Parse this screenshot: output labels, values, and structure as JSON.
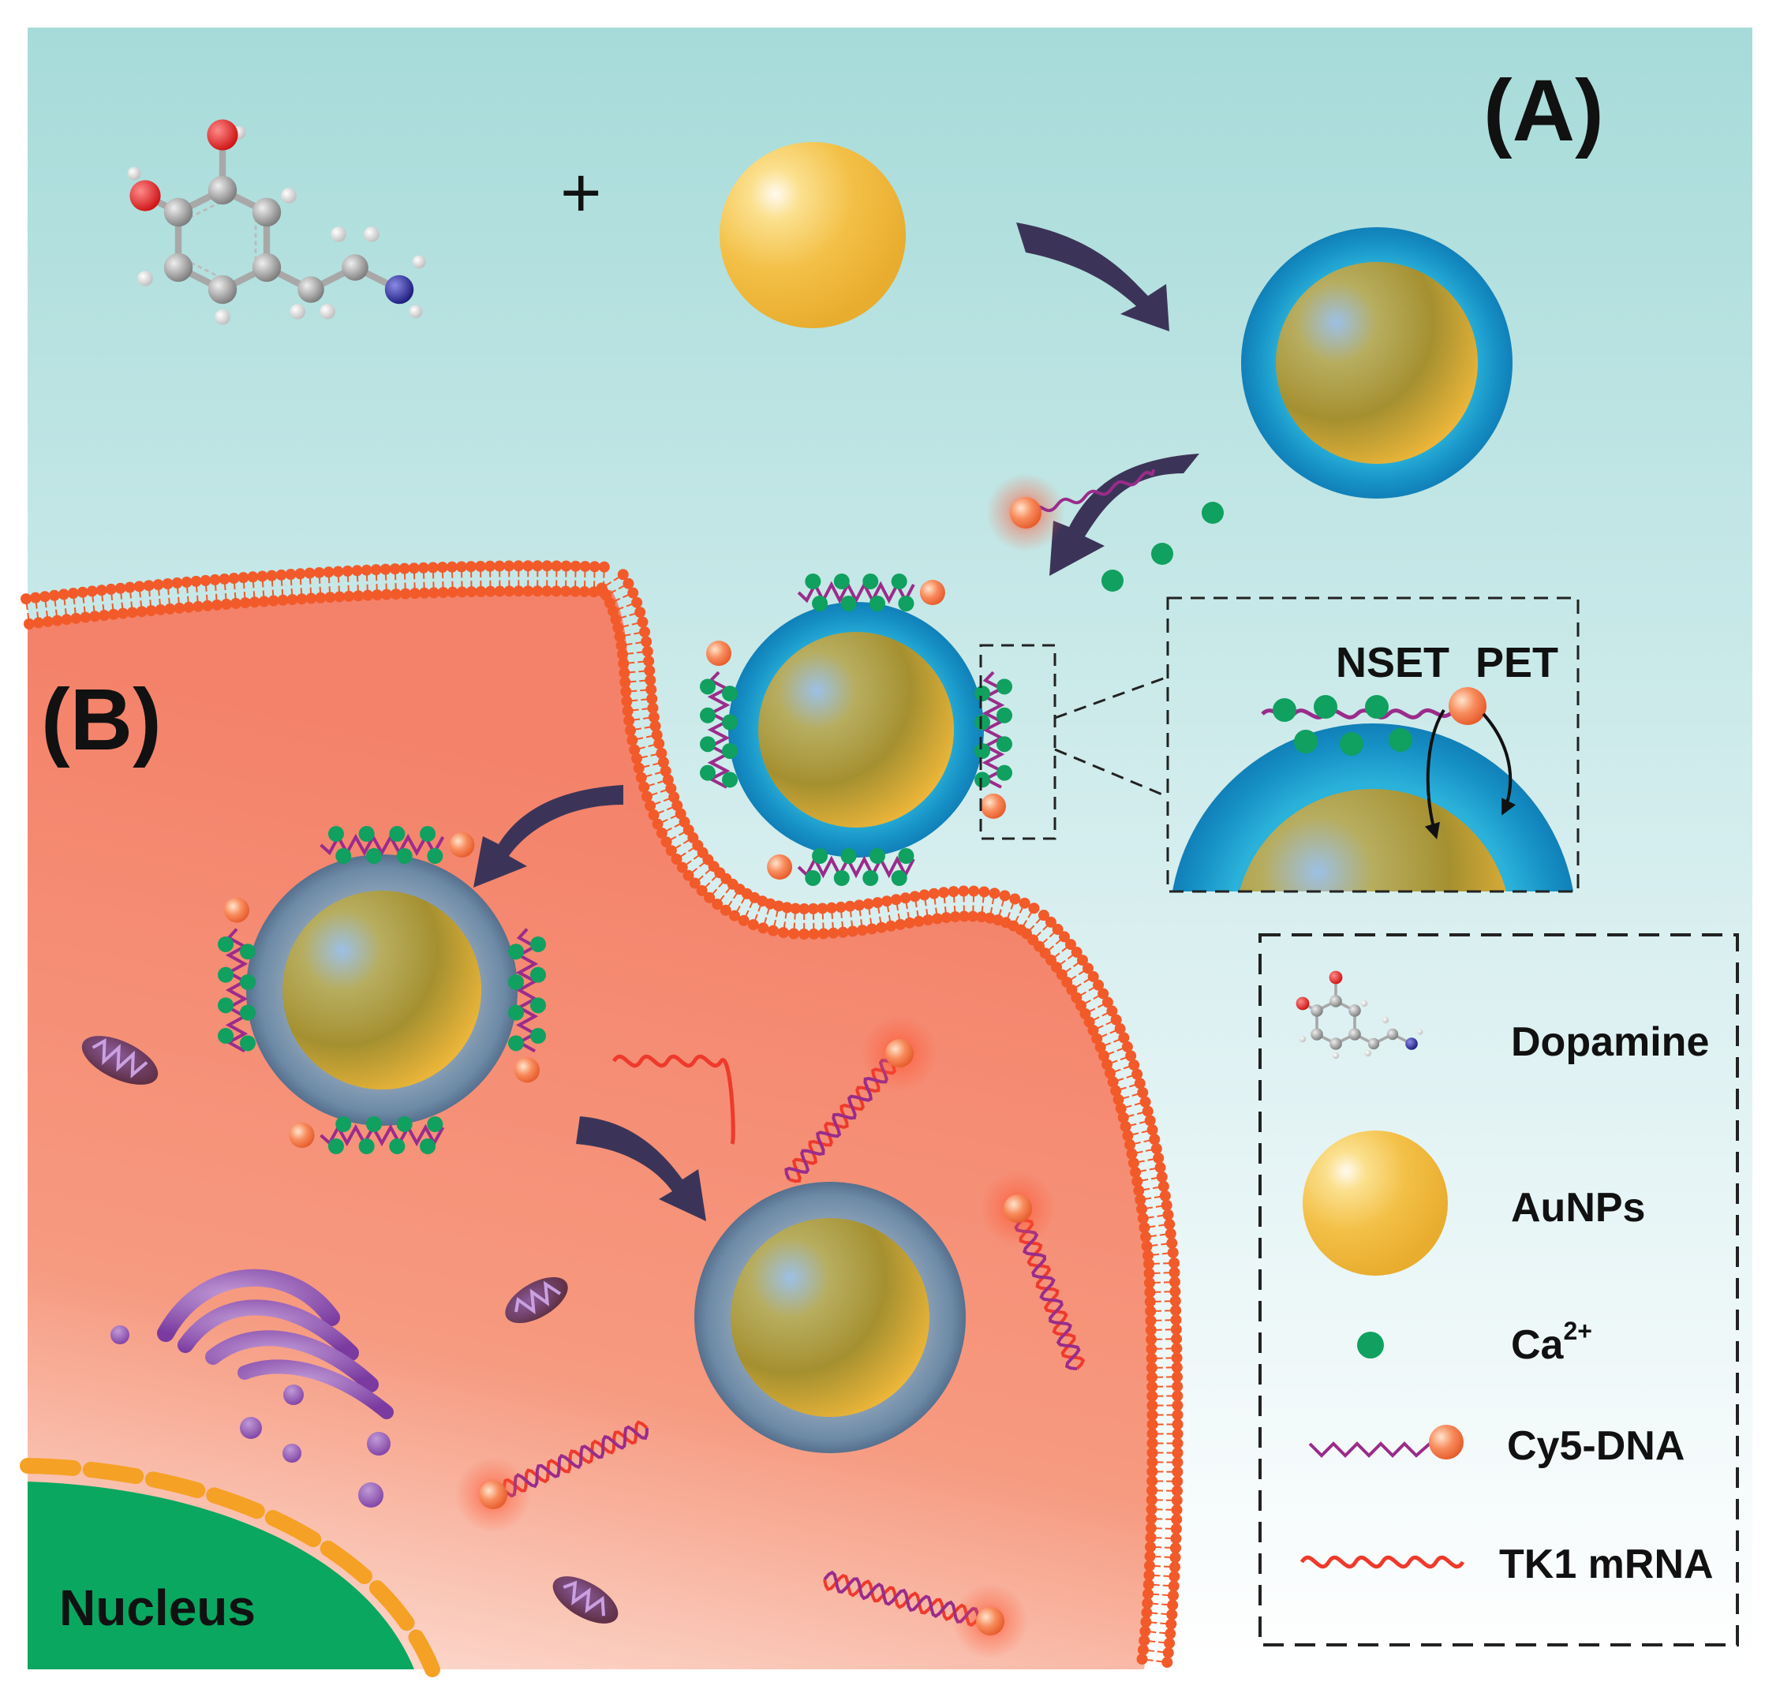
{
  "panels": {
    "a": "(A)",
    "b": "(B)"
  },
  "plus_sign": "+",
  "zoom_box": {
    "nset": "NSET",
    "pet": "PET"
  },
  "nucleus": "Nucleus",
  "legend": {
    "dopamine": "Dopamine",
    "aunps": "AuNPs",
    "ca_base": "Ca",
    "ca_charge": "2+",
    "cy5_dna": "Cy5-DNA",
    "tk1_mrna": "TK1 mRNA"
  },
  "colors": {
    "background_top": "#a6dbd9",
    "background_bottom": "#ffffff",
    "cell": "#f4876e",
    "membrane": "#f25a2a",
    "gold": "#f3c047",
    "polydopamine_shell": "#1aa3cf",
    "calcium": "#10a060",
    "dna_strand": "#9a2c8a",
    "mrna_strand": "#ee3a2c",
    "cy5_dye": "#f57c52",
    "nucleus": "#0aa760",
    "nuclear_envelope": "#f5a126",
    "organelle_purple": "#8a4aa8",
    "arrow": "#3c3458"
  }
}
